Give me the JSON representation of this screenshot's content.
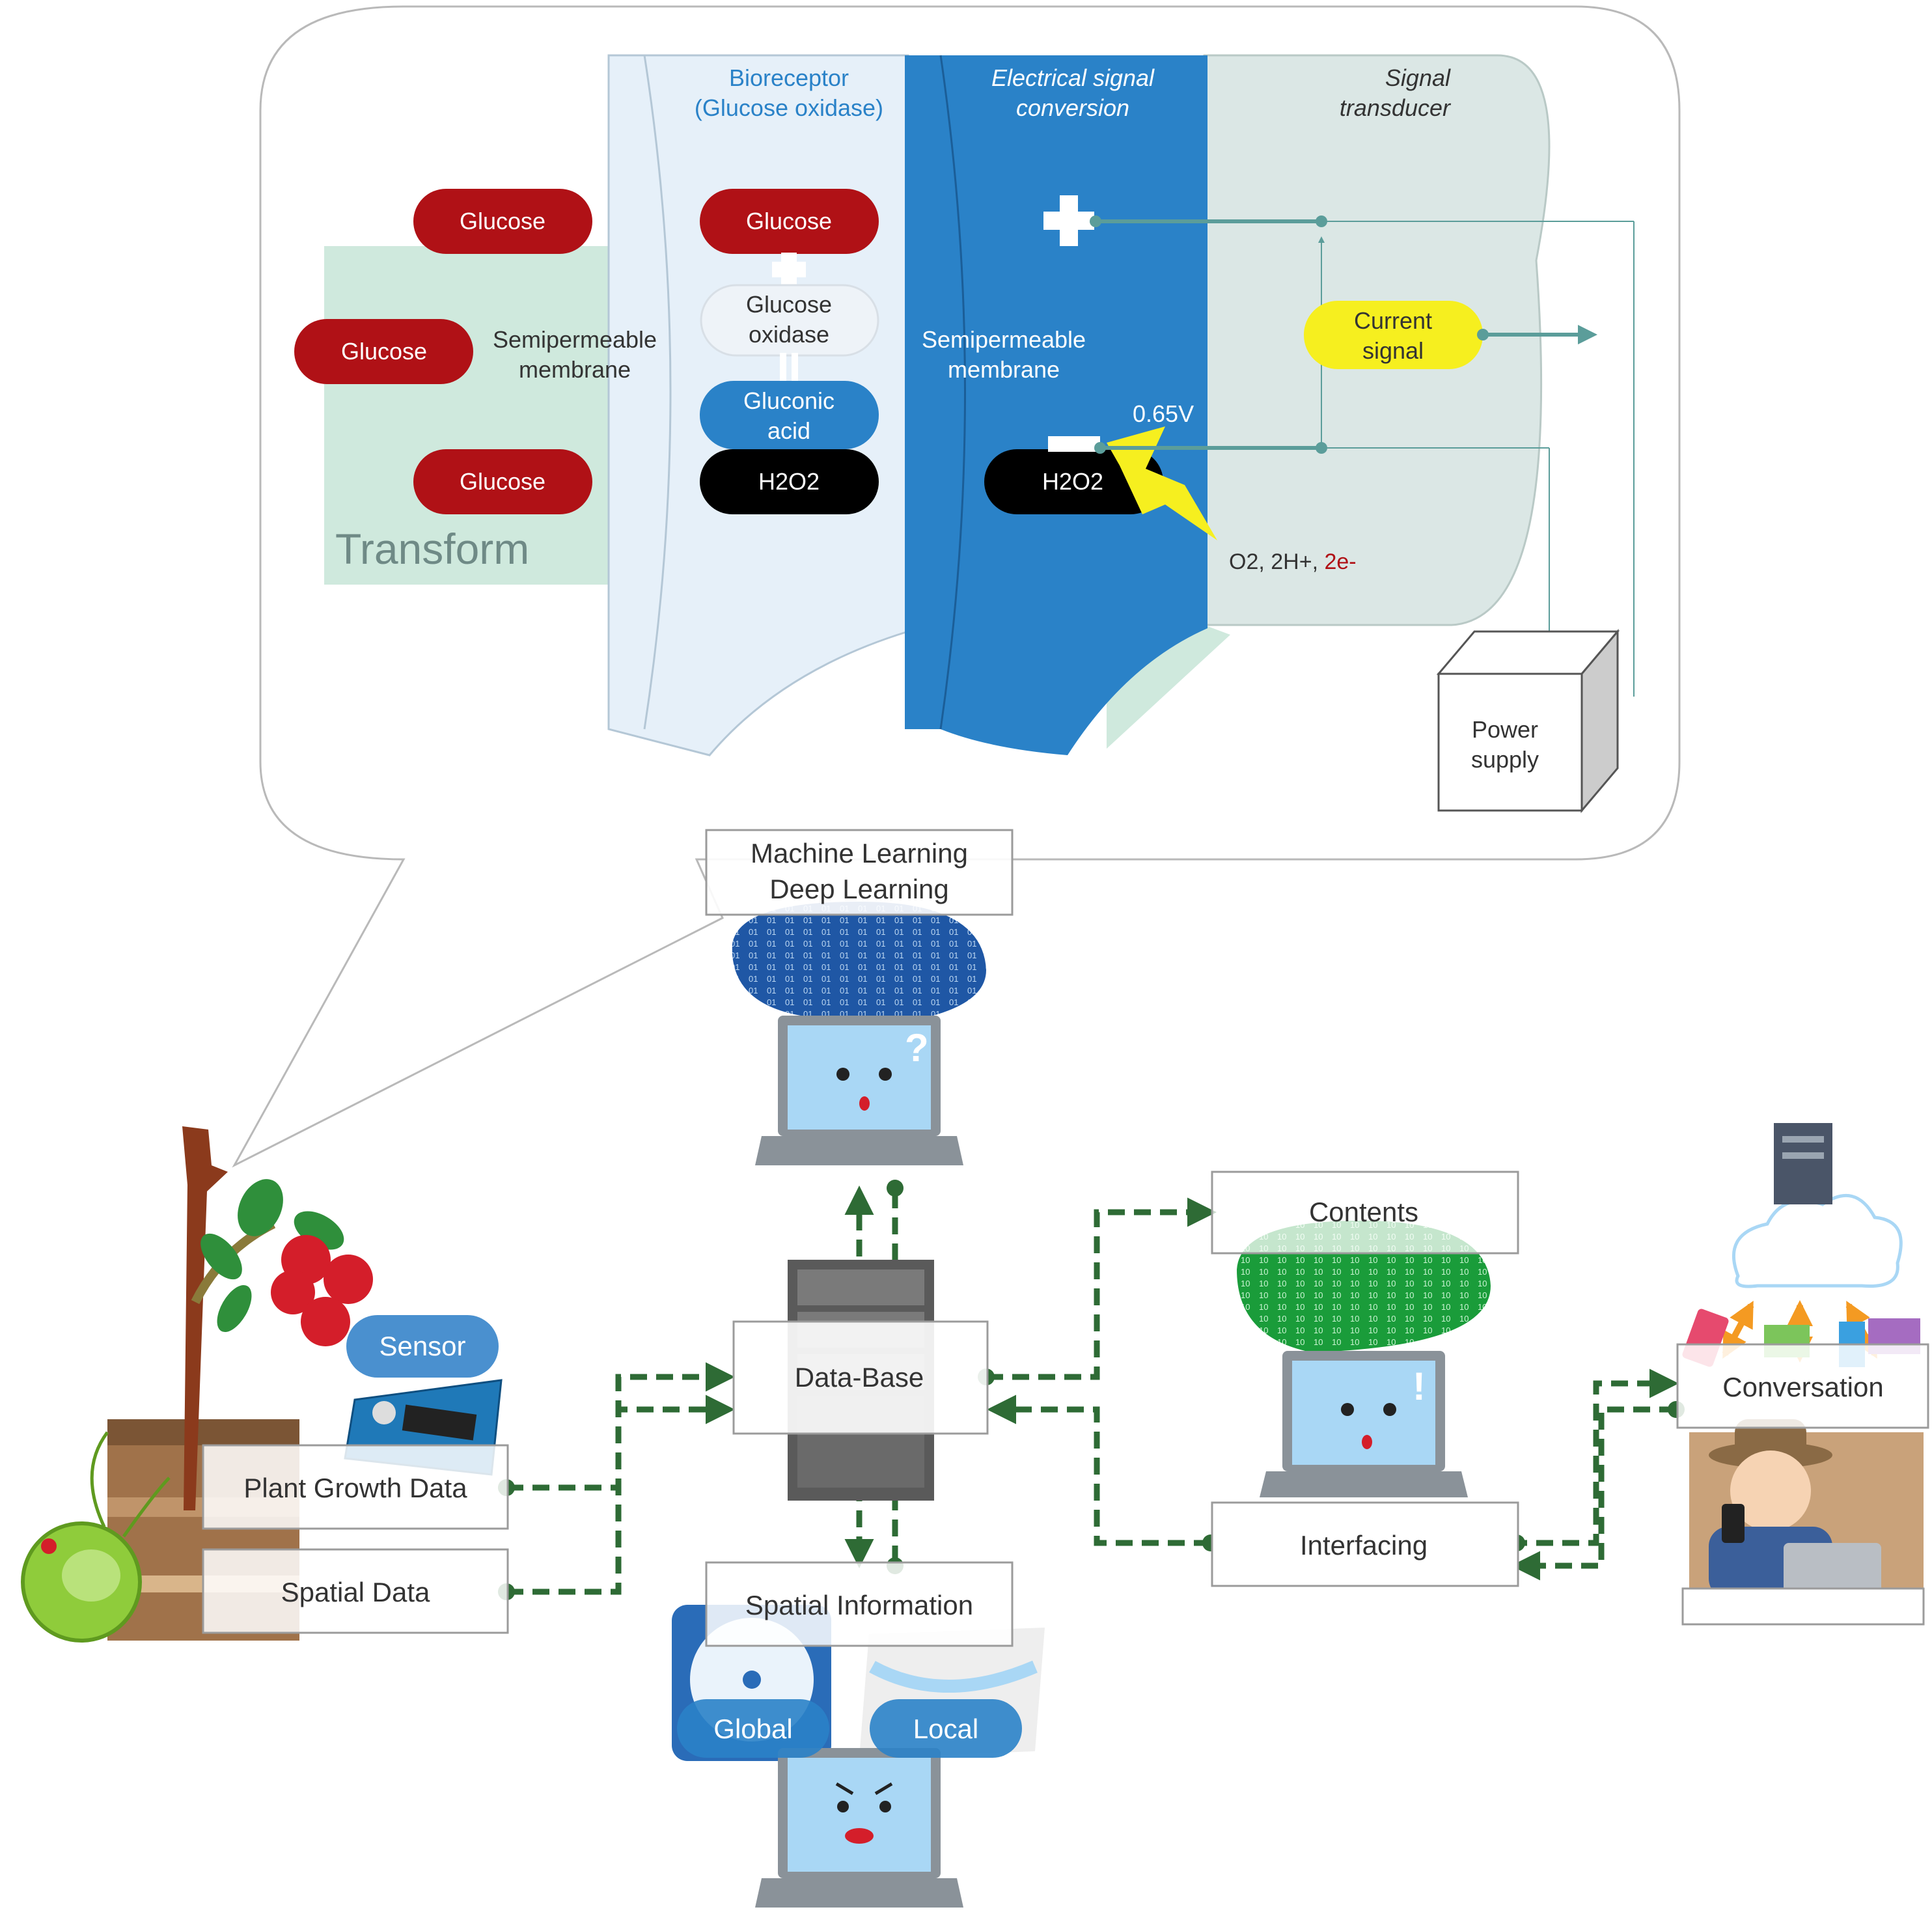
{
  "biosensor": {
    "bioreceptor_title_1": "Bioreceptor",
    "bioreceptor_title_2": "(Glucose oxidase)",
    "electrical_title_1": "Electrical signal",
    "electrical_title_2": "conversion",
    "transducer_title_1": "Signal",
    "transducer_title_2": "transducer",
    "glucose_label": "Glucose",
    "membrane_label_1": "Semipermeable",
    "membrane_label_2": "membrane",
    "transform_label": "Transform",
    "glucose_oxidase_1": "Glucose",
    "glucose_oxidase_2": "oxidase",
    "gluconic_acid_1": "Gluconic",
    "gluconic_acid_2": "acid",
    "h2o2_label": "H2O2",
    "voltage_label": "0.65V",
    "products_label": "O2, 2H+, ",
    "electrons_label": "2e-",
    "current_signal_1": "Current",
    "current_signal_2": "signal",
    "power_supply_1": "Power",
    "power_supply_2": "supply"
  },
  "system": {
    "ml_label_1": "Machine Learning",
    "ml_label_2": "Deep Learning",
    "database_label": "Data-Base",
    "contents_label": "Contents",
    "interfacing_label": "Interfacing",
    "conversation_label": "Conversation",
    "sensor_label": "Sensor",
    "plant_growth_label": "Plant Growth Data",
    "spatial_data_label": "Spatial Data",
    "spatial_info_label": "Spatial Information",
    "global_label": "Global",
    "local_label": "Local"
  },
  "colors": {
    "glucose_red": "#b01116",
    "bioreceptor_panel": "#e6f0f9",
    "electrical_panel": "#2a82c8",
    "transducer_panel": "#dbe7e5",
    "transform_panel": "#cfe9dd",
    "connector_teal": "#5b9d9a",
    "flow_green": "#2e6b35",
    "current_yellow": "#f6ef1f",
    "sensor_blue": "#4a90cf",
    "conversation_orange": "#f49a22"
  }
}
